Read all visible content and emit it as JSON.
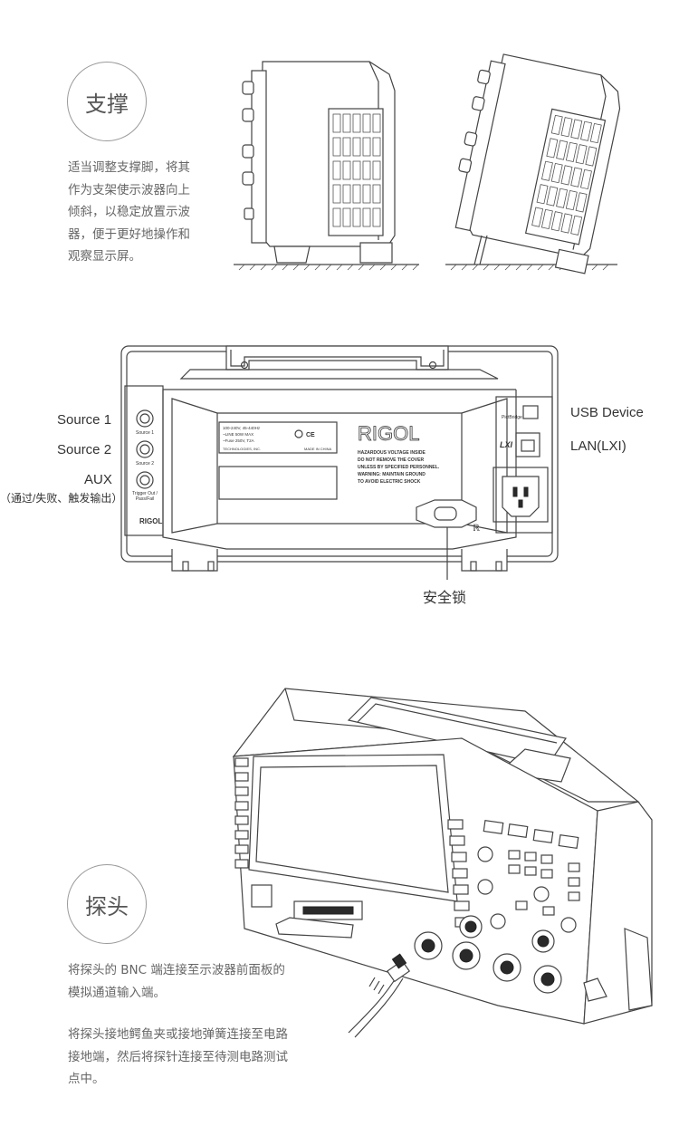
{
  "section_stand": {
    "title": "支撑",
    "lines": [
      "适当调整支撑脚，将其",
      "作为支架使示波器向上",
      "倾斜，以稳定放置示波",
      "器，便于更好地操作和",
      "观察显示屏。"
    ]
  },
  "rear_panel": {
    "labels": {
      "source1": "Source 1",
      "source2": "Source 2",
      "aux": "AUX",
      "aux_sub": "（通过/失败、触发输出）",
      "usb_device": "USB Device",
      "lan": "LAN(LXI)",
      "lock": "安全锁"
    },
    "printed": {
      "brand": "RIGOL",
      "warning_lines": [
        "HAZARDOUS VOLTAGE INSIDE",
        "DO NOT REMOVE THE COVER",
        "UNLESS BY SPECIFIED PERSONNEL.",
        "WARNING:  MAINTAIN GROUND",
        "TO AVOID ELECTRIC SHOCK"
      ],
      "spec_lines": [
        "100-240V,  45-440Hz",
        "~LINE  50W MAX",
        "~Fuse   250V,  T2A"
      ],
      "company": "TECHNOLOGIES, INC.",
      "made_in": "MADE IN CHINA",
      "bnc_labels": [
        "Source 1",
        "Source 2",
        "Trigger Out /",
        "Pass/Fail"
      ],
      "lxi": "LXI"
    }
  },
  "section_probe": {
    "title": "探头",
    "para1": [
      "将探头的 BNC 端连接至示波器前面板的",
      "模拟通道输入端。"
    ],
    "para2": [
      "将探头接地鳄鱼夹或接地弹簧连接至电路",
      "接地端，然后将探针连接至待测电路测试",
      "点中。"
    ]
  }
}
